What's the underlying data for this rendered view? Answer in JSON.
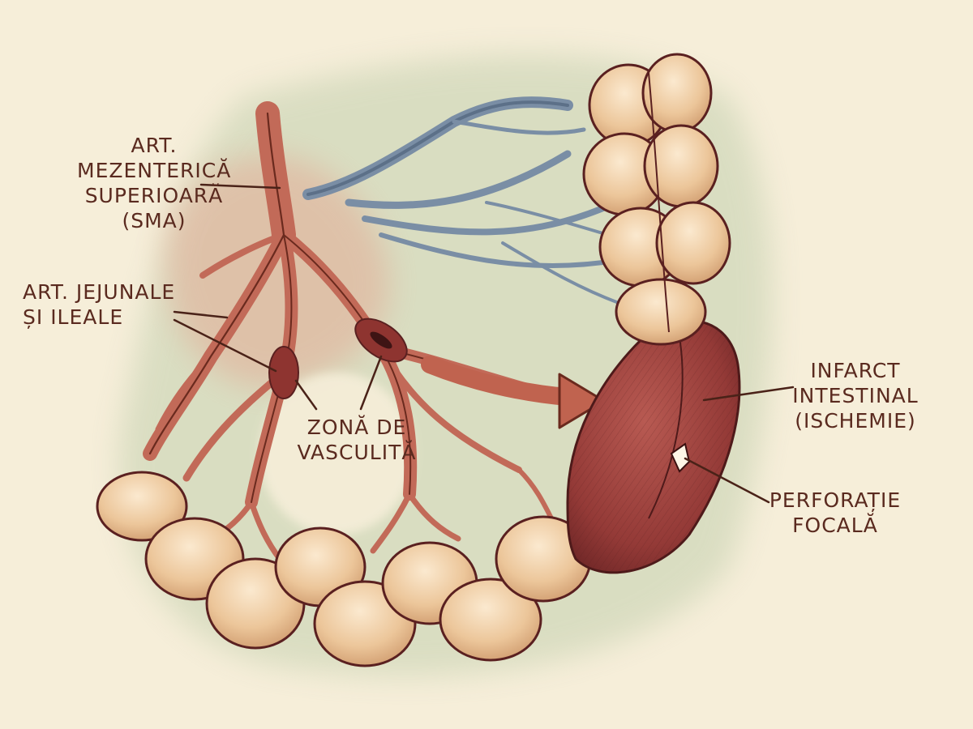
{
  "labels": {
    "sma": [
      "ART.",
      "MEZENTERICĂ",
      "SUPERIOARĂ",
      "(SMA)"
    ],
    "jejunal": [
      "ART. JEJUNALE",
      "ȘI ILEALE"
    ],
    "vasculitis": [
      "ZONĂ DE",
      "VASCULITĂ"
    ],
    "infarct": [
      "INFARCT",
      "INTESTINAL",
      "(ISCHEMIE)"
    ],
    "perforation": [
      "PERFORAȚIE",
      "FOCALĂ"
    ]
  },
  "colors": {
    "background": "#f6eed9",
    "ink": "#5a2a1f",
    "artery": "#c9705e",
    "vein": "#7c8fa3",
    "bowel": "#ebc79c",
    "infarct": "#9b3d3a",
    "wash_green": "#b8c9a6"
  }
}
